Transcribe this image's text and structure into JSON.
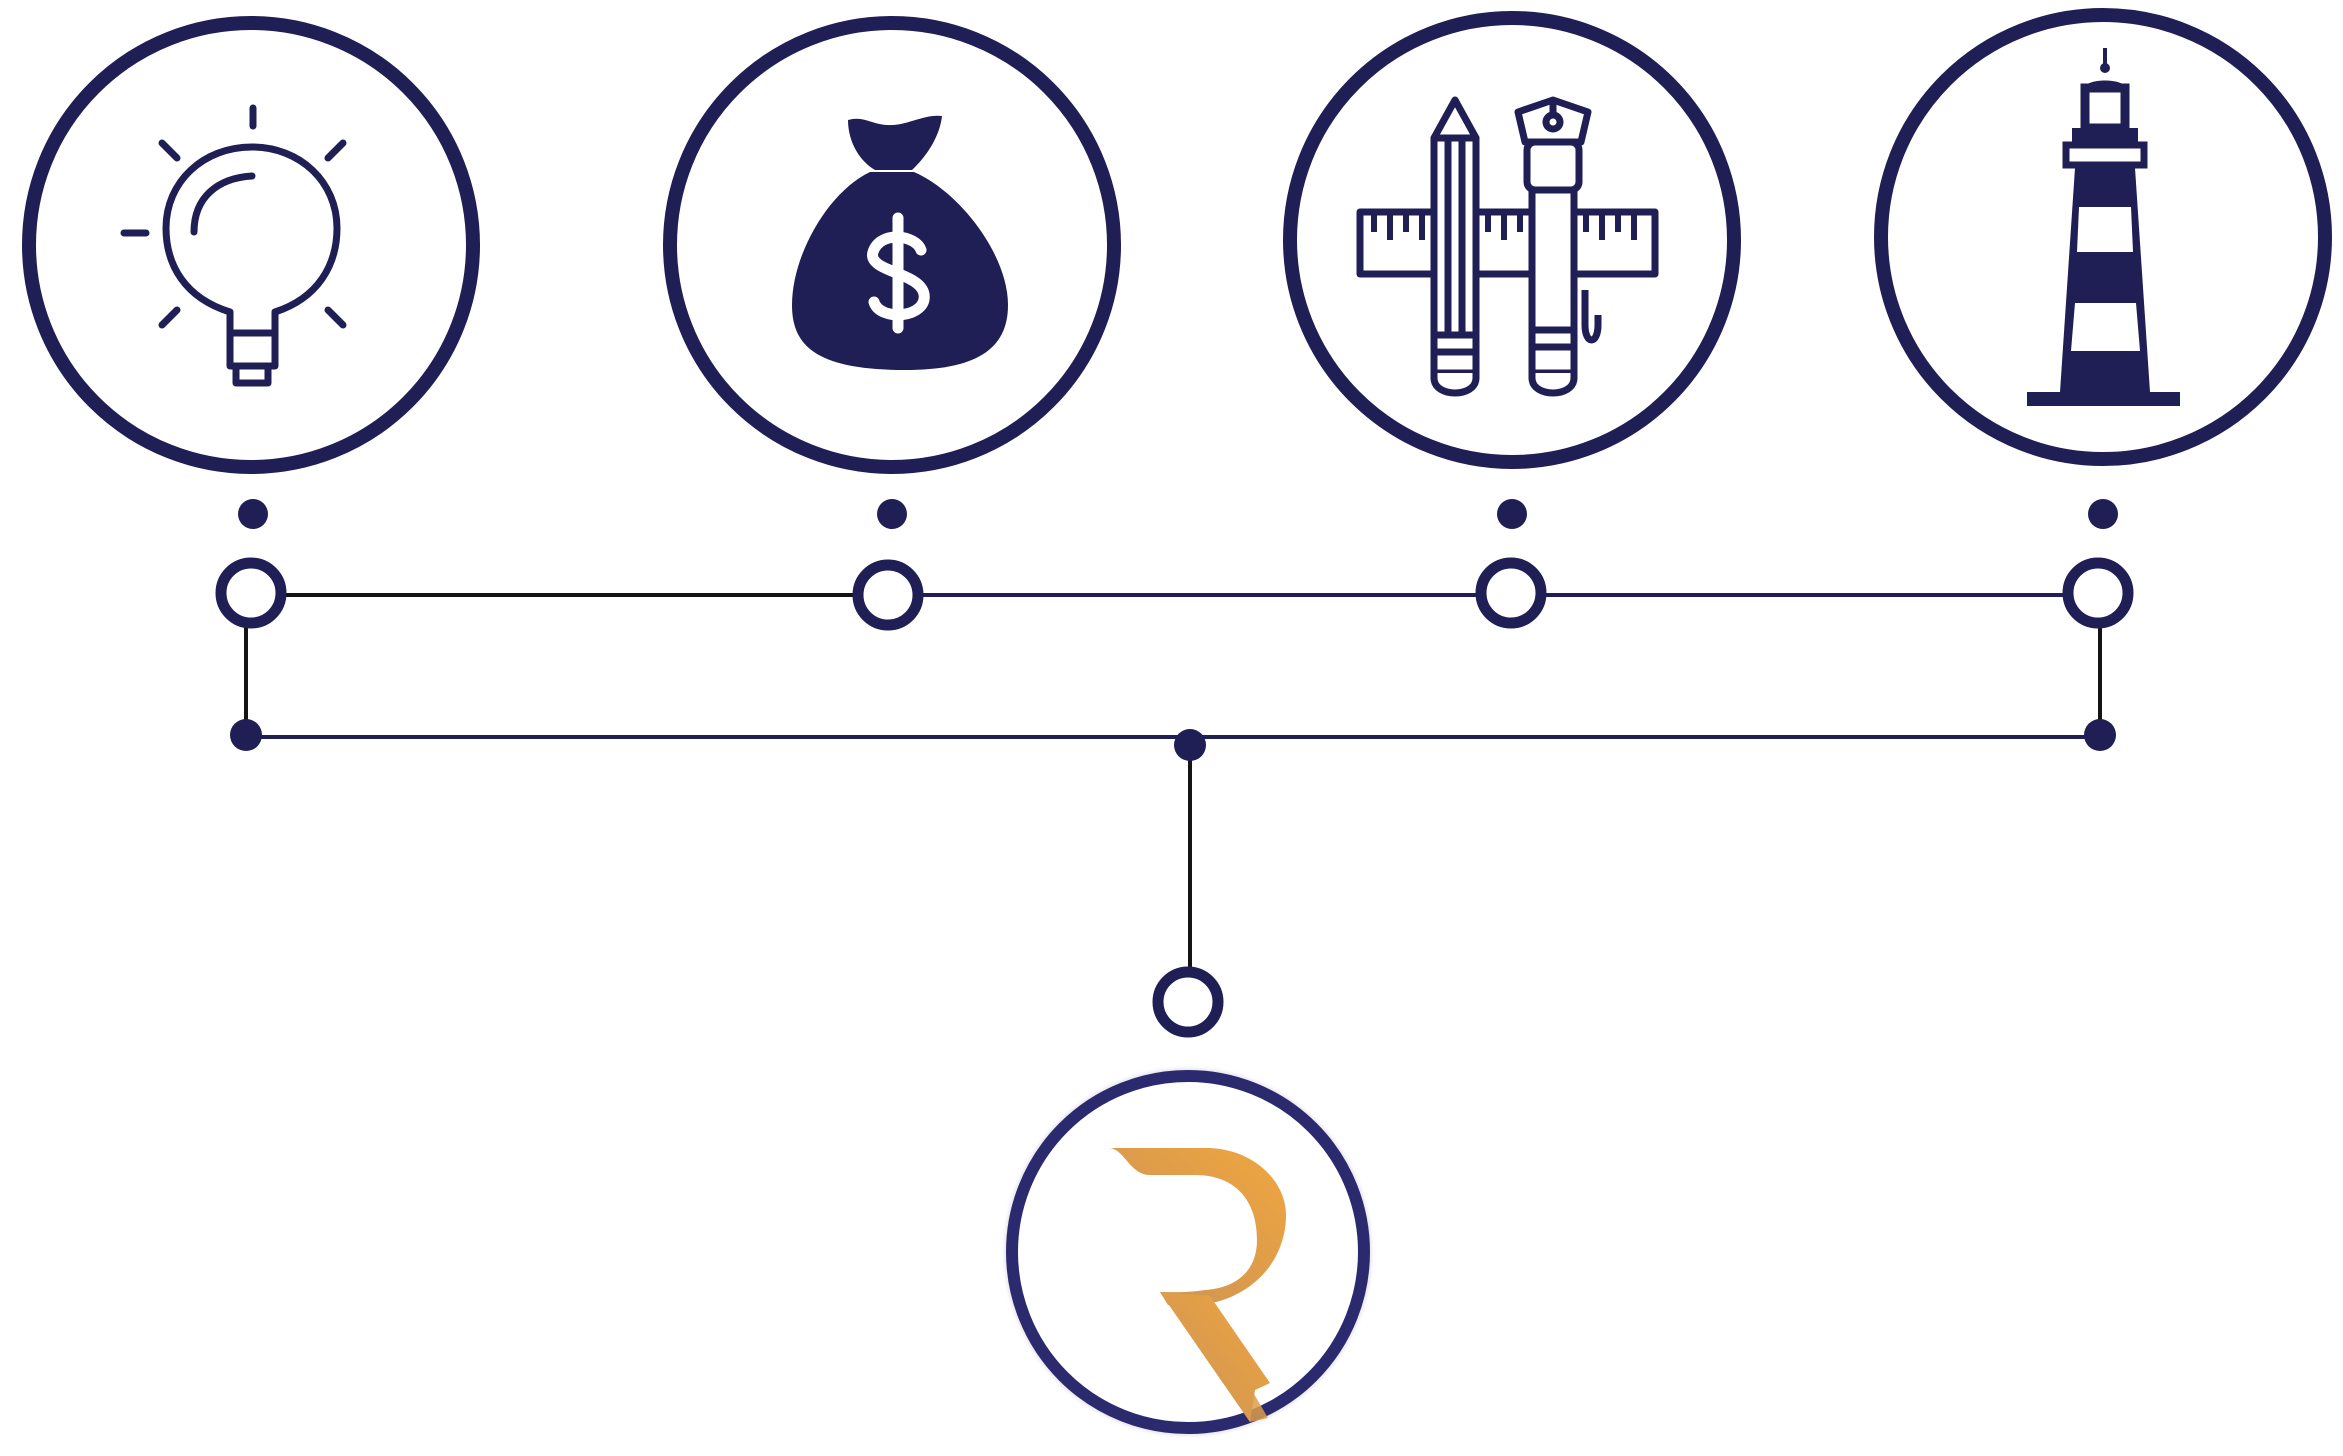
{
  "colors": {
    "navy": "#1f1f55",
    "line_dark": "#141414",
    "background": "#ffffff",
    "logo_ring_outer": "#2c2a6e",
    "logo_ring_inner": "#6b5aa0",
    "logo_gradient_start": "#c99256",
    "logo_gradient_end": "#f0a640"
  },
  "nodes": [
    {
      "id": "idea",
      "icon": "lightbulb-icon"
    },
    {
      "id": "funding",
      "icon": "money-bag-icon"
    },
    {
      "id": "design",
      "icon": "design-tools-icon"
    },
    {
      "id": "guidance",
      "icon": "lighthouse-icon"
    }
  ],
  "hub": {
    "icon": "r-logo-icon"
  }
}
